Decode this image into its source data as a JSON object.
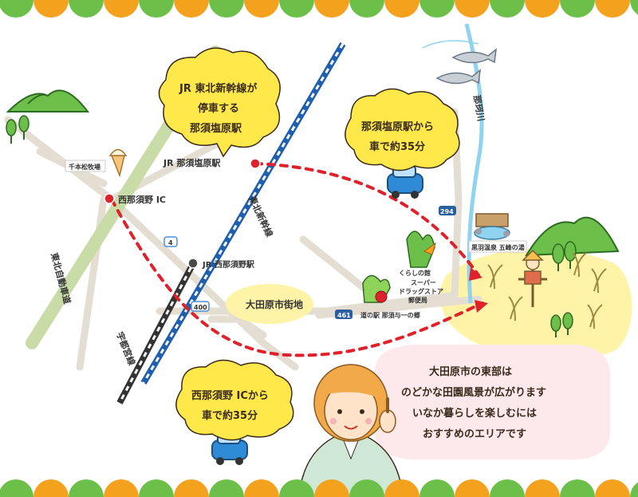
{
  "colors": {
    "accent_green": "#6cc04a",
    "accent_orange": "#f4a21e",
    "route_red": "#e0202a",
    "rail_blue": "#1f5fb0",
    "bubble_yellow": "#ffe94a",
    "farmland": "#fff3a8",
    "river": "#8fd3f0"
  },
  "stations": {
    "nasushiobara": "JR 那須塩原駅",
    "nishinasuno": "JR 西那須野駅"
  },
  "interchanges": {
    "nishinasuno_ic": "西那須野 IC"
  },
  "lines": {
    "shinkansen": "東北新幹線",
    "utsunomiya": "宇都宮線",
    "expressway": "東北自動車道"
  },
  "river": "那珂川",
  "places": {
    "senbonmatsu": "千本松牧場",
    "city_center": "大田原市街地",
    "kurashi": "くらしの館",
    "supermarket_1": "スーパー",
    "supermarket_2": "ドラッグストア",
    "supermarket_3": "郵便局",
    "michinoeki": "道の駅 那須与一の郷",
    "onsen": "黒羽温泉 五峰の湯"
  },
  "routes": {
    "route_4": "4",
    "route_294": "294",
    "route_400": "400",
    "route_461": "461"
  },
  "bubbles": {
    "shinkansen": [
      "JR 東北新幹線が",
      "停車する",
      "那須塩原駅"
    ],
    "nasushiobara": [
      "那須塩原駅から",
      "車で約35分"
    ],
    "nishinasuno": [
      "西那須野 ICから",
      "車で約35分"
    ],
    "guide": [
      "大田原市の東部は",
      "のどかな田園風景が広がります",
      "いなか暮らしを楽しむには",
      "おすすめのエリアです"
    ]
  },
  "icons": [
    "mountain-icon",
    "tree-icon",
    "soft-cream-icon",
    "car-icon",
    "fish-icon",
    "vegetable-icon",
    "onsen-icon",
    "scarecrow-icon",
    "rice-icon",
    "guide-woman-icon"
  ]
}
